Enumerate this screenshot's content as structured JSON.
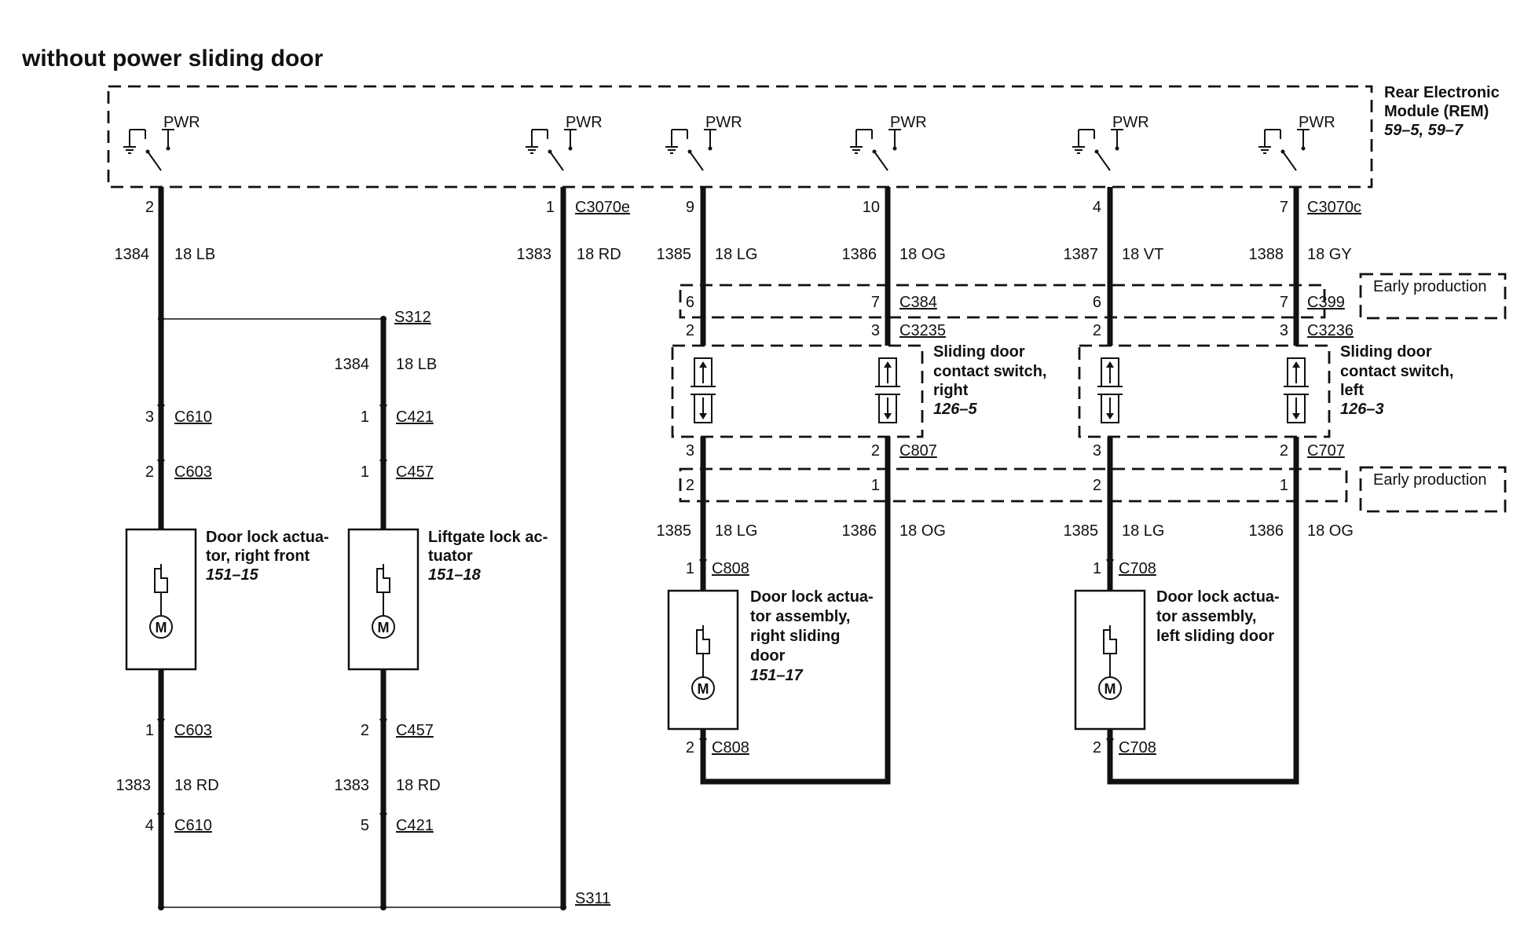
{
  "title": "without power sliding door",
  "rem": {
    "name_line1": "Rear Electronic",
    "name_line2": "Module (REM)",
    "ref": "59–5, 59–7",
    "pwr_label": "PWR"
  },
  "circuits": [
    {
      "pin": "2",
      "connector": "",
      "circuit": "1384",
      "wire": "18 LB"
    },
    {
      "pin": "1",
      "connector": "C3070e",
      "circuit": "1383",
      "wire": "18 RD"
    },
    {
      "pin": "9",
      "connector": "",
      "circuit": "1385",
      "wire": "18 LG"
    },
    {
      "pin": "10",
      "connector": "",
      "circuit": "1386",
      "wire": "18 OG"
    },
    {
      "pin": "4",
      "connector": "",
      "circuit": "1387",
      "wire": "18 VT"
    },
    {
      "pin": "7",
      "connector": "C3070c",
      "circuit": "1388",
      "wire": "18 GY"
    }
  ],
  "early_production": "Early production",
  "upper_connectors": {
    "right_pins": [
      "6",
      "7"
    ],
    "right_name": "C384",
    "left_pins": [
      "6",
      "7"
    ],
    "left_name": "C399",
    "right_switch_pins": [
      "2",
      "3"
    ],
    "right_switch_name": "C3235",
    "left_switch_pins": [
      "2",
      "3"
    ],
    "left_switch_name": "C3236"
  },
  "switch_right": {
    "line1": "Sliding door",
    "line2": "contact switch,",
    "line3": "right",
    "ref": "126–5"
  },
  "switch_left": {
    "line1": "Sliding door",
    "line2": "contact switch,",
    "line3": "left",
    "ref": "126–3"
  },
  "lower_connectors": {
    "right_pins": [
      "3",
      "2"
    ],
    "right_name": "C807",
    "left_pins": [
      "3",
      "2"
    ],
    "left_name": "C707",
    "ep_right_pins": [
      "2",
      "1"
    ],
    "ep_left_pins": [
      "2",
      "1"
    ]
  },
  "lower_wires": [
    {
      "circuit": "1385",
      "wire": "18 LG"
    },
    {
      "circuit": "1386",
      "wire": "18 OG"
    },
    {
      "circuit": "1385",
      "wire": "18 LG"
    },
    {
      "circuit": "1386",
      "wire": "18 OG"
    }
  ],
  "splices": {
    "s312": "S312",
    "s311": "S311"
  },
  "branch": {
    "circuit": "1384",
    "wire": "18 LB"
  },
  "right_front_chain": {
    "c1_pin": "3",
    "c1": "C610",
    "c2_pin": "2",
    "c2": "C603",
    "c3_pin": "1",
    "c3": "C603",
    "circuit": "1383",
    "wire": "18 RD",
    "c4_pin": "4",
    "c4": "C610"
  },
  "liftgate_chain": {
    "c1_pin": "1",
    "c1": "C421",
    "c2_pin": "1",
    "c2": "C457",
    "c3_pin": "2",
    "c3": "C457",
    "circuit": "1383",
    "wire": "18 RD",
    "c4_pin": "5",
    "c4": "C421"
  },
  "actuator_rf": {
    "line1": "Door lock actua-",
    "line2": "tor, right front",
    "ref": "151–15"
  },
  "actuator_lg": {
    "line1": "Liftgate lock ac-",
    "line2": "tuator",
    "ref": "151–18"
  },
  "actuator_rs": {
    "line1": "Door lock actua-",
    "line2": "tor assembly,",
    "line3": "right sliding",
    "line4": "door",
    "ref": "151–17",
    "top_pin": "1",
    "top_conn": "C808",
    "bot_pin": "2",
    "bot_conn": "C808"
  },
  "actuator_ls": {
    "line1": "Door lock actua-",
    "line2": "tor assembly,",
    "line3": "left sliding door",
    "top_pin": "1",
    "top_conn": "C708",
    "bot_pin": "2",
    "bot_conn": "C708"
  },
  "motor_symbol": "M"
}
